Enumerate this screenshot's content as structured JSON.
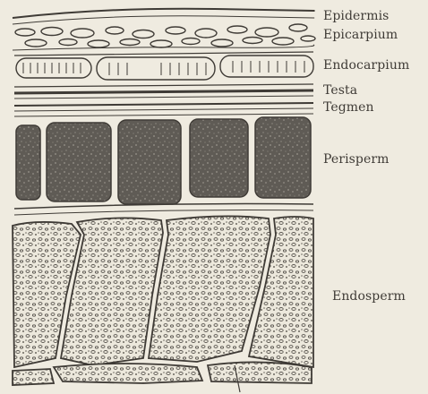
{
  "labels": {
    "epidermis": "Epidermis",
    "epicarpium": "Epicarpium",
    "endocarpium": "Endocarpium",
    "testa": "Testa",
    "tegmen": "Tegmen",
    "perisperm": "Perisperm",
    "endosperm": "Endosperm"
  },
  "colors": {
    "paper": "#efebe0",
    "ink": "#3f3b36",
    "perisperm_fill": "#5e5a55"
  }
}
